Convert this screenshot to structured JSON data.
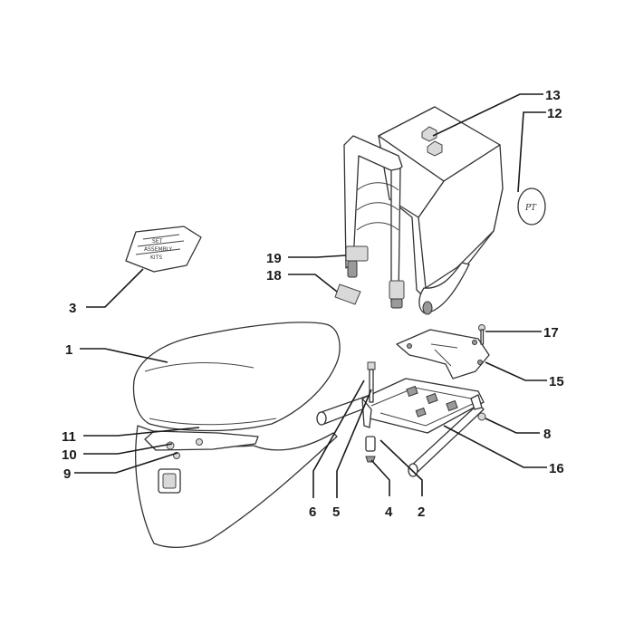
{
  "diagram": {
    "callouts": {
      "c1": "1",
      "c2": "2",
      "c3": "3",
      "c4": "4",
      "c5": "5",
      "c6": "6",
      "c8": "8",
      "c9": "9",
      "c10": "10",
      "c11": "11",
      "c12": "12",
      "c13": "13",
      "c15": "15",
      "c16": "16",
      "c17": "17",
      "c18": "18",
      "c19": "19"
    },
    "decal_text": [
      "SET",
      "ASSEMBLY",
      "KITS"
    ],
    "emblem_text": "PT"
  }
}
